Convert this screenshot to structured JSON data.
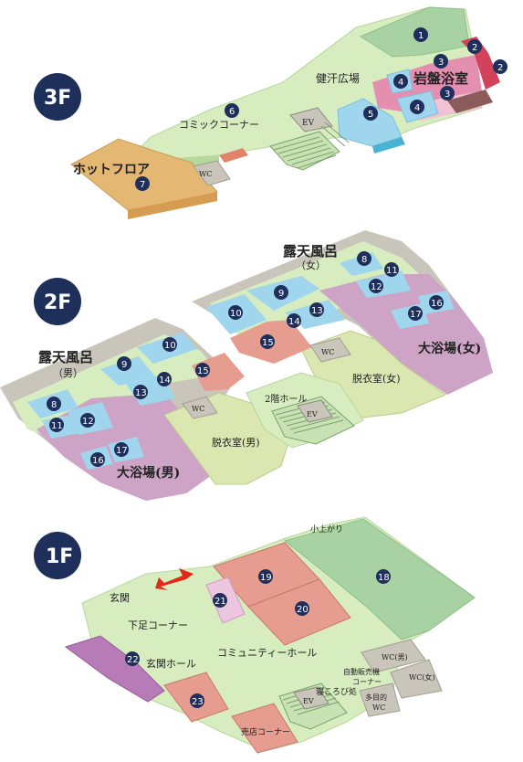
{
  "floors": {
    "f3": "3F",
    "f2": "2F",
    "f1": "1F"
  },
  "colors": {
    "navy": "#1f2f5c",
    "plaza": "#d7ecbf",
    "hot": "#e4b773",
    "rock": "#a8d2a3",
    "pink": "#e58fb0",
    "red": "#d2425b",
    "blue": "#9fd6ee",
    "salmon": "#e69d8f",
    "lilac": "#d2a9d0",
    "beige": "#dbe7b1",
    "gray": "#c9c5bb",
    "bath": "#cda4c6",
    "purple": "#b77cb8"
  },
  "labels3f": {
    "kenkan": "健汗広場",
    "ganban": "岩盤浴室",
    "comic": "コミックコーナー",
    "hot": "ホットフロア",
    "ev": "EV",
    "wc": "WC"
  },
  "labels2f": {
    "rotenW1": "露天風呂",
    "rotenW2": "（女）",
    "rotenM1": "露天風呂",
    "rotenM2": "（男）",
    "bathW": "大浴場(女)",
    "bathM": "大浴場(男)",
    "dressW": "脱衣室(女)",
    "dressM": "脱衣室(男)",
    "hall": "2階ホール",
    "ev": "EV",
    "wc1": "WC",
    "wc2": "WC"
  },
  "labels1f": {
    "koagari": "小上がり",
    "genkan": "玄関",
    "geta": "下足コーナー",
    "genkanHall": "玄関ホール",
    "community": "コミュニティーホール",
    "vending1": "自動販売機",
    "vending2": "コーナー",
    "nekorobi": "寝ころび処",
    "wcM": "WC(男)",
    "wcW": "WC(女)",
    "multi1": "多目的",
    "multi2": "WC",
    "shop": "売店コーナー",
    "ev": "EV"
  },
  "markers": [
    "1",
    "2",
    "2",
    "3",
    "3",
    "4",
    "4",
    "5",
    "6",
    "7",
    "8",
    "9",
    "10",
    "11",
    "12",
    "13",
    "14",
    "15",
    "16",
    "17",
    "8",
    "9",
    "10",
    "11",
    "12",
    "13",
    "14",
    "15",
    "16",
    "17",
    "18",
    "19",
    "20",
    "21",
    "22",
    "23"
  ]
}
